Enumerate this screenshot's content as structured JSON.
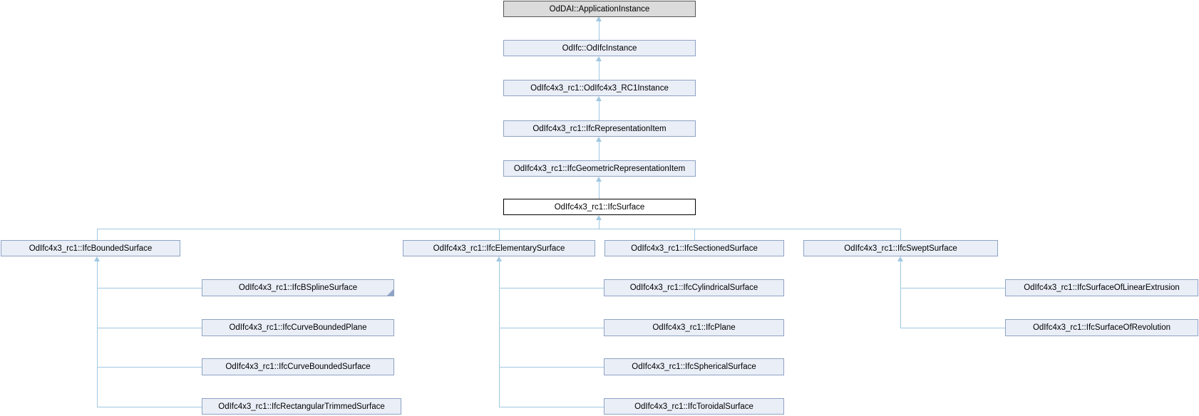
{
  "diagram": {
    "type": "class-inheritance-graph",
    "colors": {
      "node_fill": "#e9eef7",
      "node_border": "#8fa3c4",
      "external_node_fill": "#dbdbdb",
      "external_node_border": "#565656",
      "current_node_fill": "#ffffff",
      "current_node_border": "#000000",
      "edge": "#a0c8e2",
      "text": "#000000"
    },
    "nodes": [
      {
        "id": "oddai-applicationinstance",
        "label": "OdDAI::ApplicationInstance"
      },
      {
        "id": "odifc-odifcinstance",
        "label": "OdIfc::OdIfcInstance"
      },
      {
        "id": "odifc4x3-rc1instance",
        "label": "OdIfc4x3_rc1::OdIfc4x3_RC1Instance"
      },
      {
        "id": "ifcrepresentationitem",
        "label": "OdIfc4x3_rc1::IfcRepresentationItem"
      },
      {
        "id": "ifcgeometricrepresentationitem",
        "label": "OdIfc4x3_rc1::IfcGeometricRepresentationItem"
      },
      {
        "id": "ifcsurface",
        "label": "OdIfc4x3_rc1::IfcSurface"
      },
      {
        "id": "ifcboundedsurface",
        "label": "OdIfc4x3_rc1::IfcBoundedSurface"
      },
      {
        "id": "ifcelementarysurface",
        "label": "OdIfc4x3_rc1::IfcElementarySurface"
      },
      {
        "id": "ifcsectionedsurface",
        "label": "OdIfc4x3_rc1::IfcSectionedSurface"
      },
      {
        "id": "ifcsweptsurface",
        "label": "OdIfc4x3_rc1::IfcSweptSurface"
      },
      {
        "id": "ifcbsplinesurface",
        "label": "OdIfc4x3_rc1::IfcBSplineSurface"
      },
      {
        "id": "ifccylindricalsurface",
        "label": "OdIfc4x3_rc1::IfcCylindricalSurface"
      },
      {
        "id": "ifcsurfaceoflinearextrusion",
        "label": "OdIfc4x3_rc1::IfcSurfaceOfLinearExtrusion"
      },
      {
        "id": "ifccurveboundedplane",
        "label": "OdIfc4x3_rc1::IfcCurveBoundedPlane"
      },
      {
        "id": "ifcplane",
        "label": "OdIfc4x3_rc1::IfcPlane"
      },
      {
        "id": "ifcsurfaceofrevolution",
        "label": "OdIfc4x3_rc1::IfcSurfaceOfRevolution"
      },
      {
        "id": "ifccurveboundedsurface",
        "label": "OdIfc4x3_rc1::IfcCurveBoundedSurface"
      },
      {
        "id": "ifcsphericalsurface",
        "label": "OdIfc4x3_rc1::IfcSphericalSurface"
      },
      {
        "id": "ifcrectangulartrimmedsurface",
        "label": "OdIfc4x3_rc1::IfcRectangularTrimmedSurface"
      },
      {
        "id": "ifctoroidalsurface",
        "label": "OdIfc4x3_rc1::IfcToroidalSurface"
      }
    ]
  }
}
